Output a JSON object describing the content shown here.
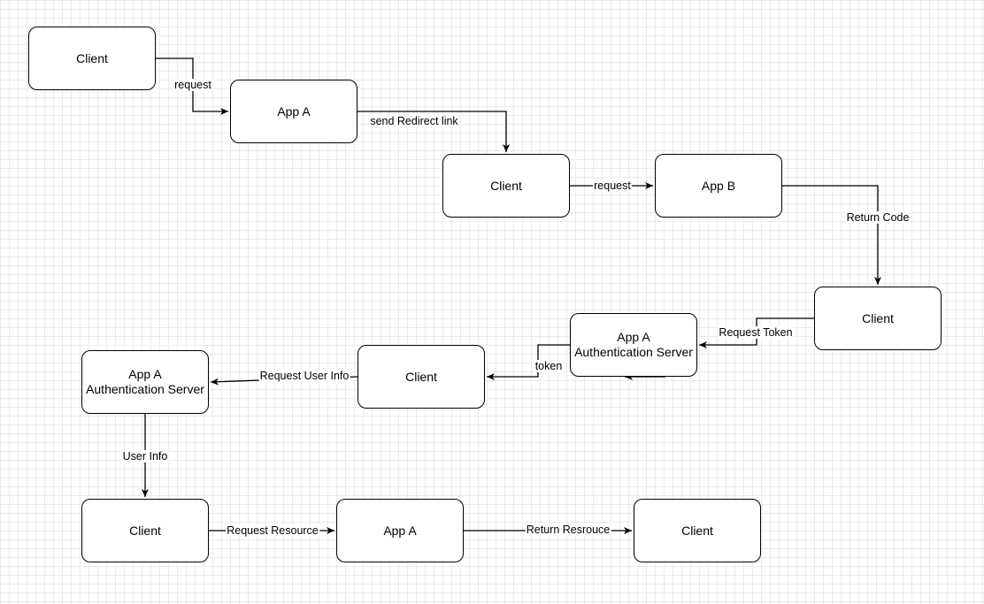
{
  "nodes": {
    "client1": "Client",
    "appA1": "App A",
    "client2": "Client",
    "appB": "App B",
    "client3": "Client",
    "authServer1": "App A\nAuthentication Server",
    "client4": "Client",
    "authServer2": "App A\nAuthentication Server",
    "client5": "Client",
    "appA2": "App A",
    "client6": "Client"
  },
  "edges": {
    "e1": "request",
    "e2": "send Redirect link",
    "e3": "request",
    "e4": "Return Code",
    "e5": "Request Token",
    "e6": "token",
    "e7": "Request User Info",
    "e8": "User Info",
    "e9": "Request Resource",
    "e10": "Return Resrouce"
  }
}
